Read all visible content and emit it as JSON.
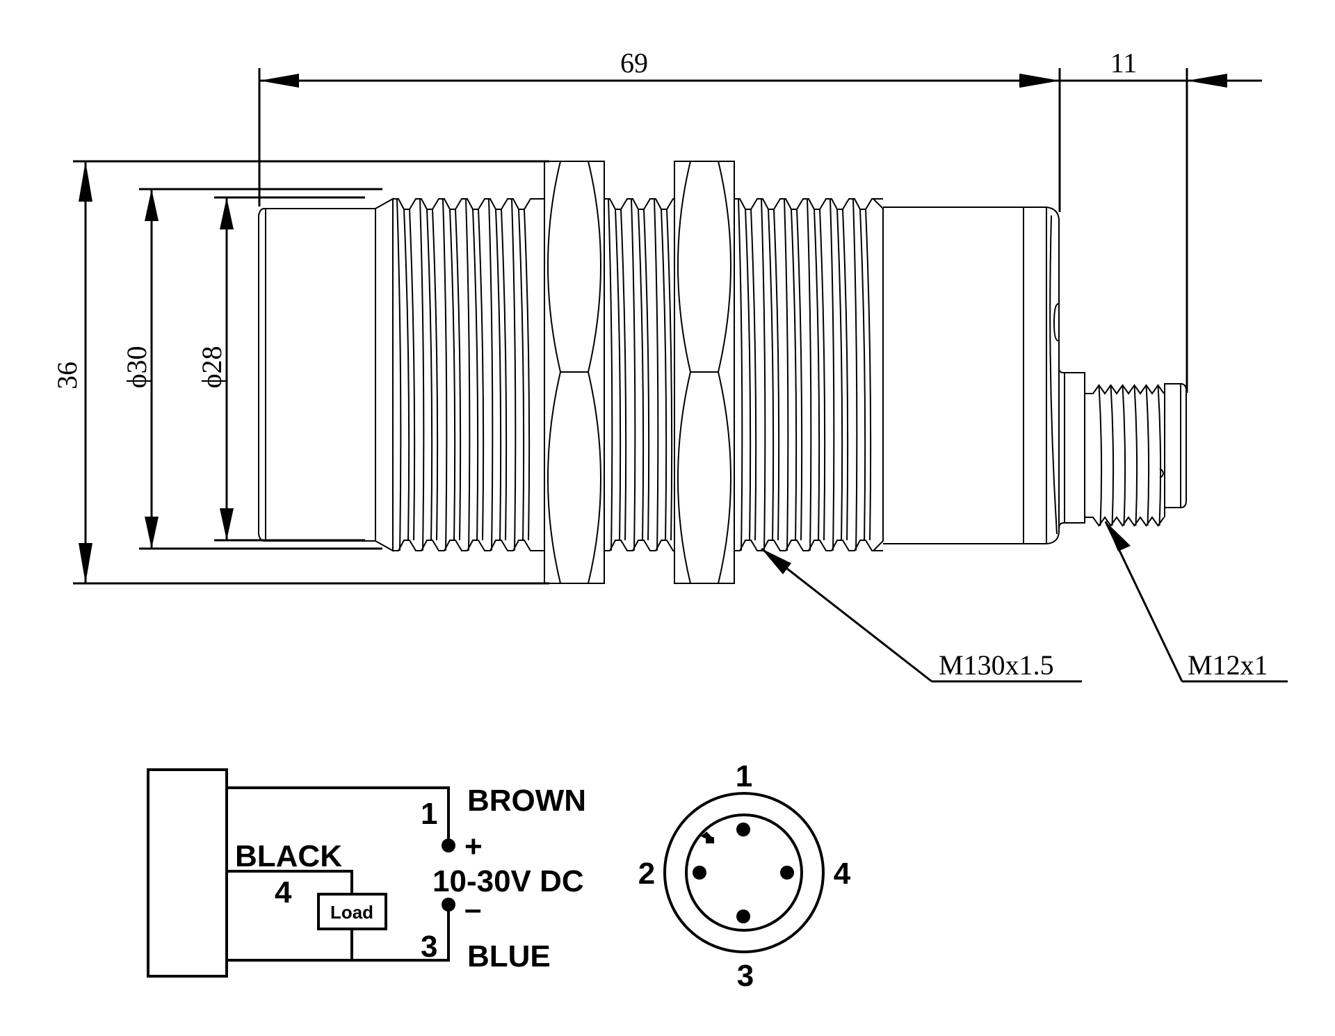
{
  "dimensions": {
    "overall_length": "69",
    "connector_length": "11",
    "nut_width": "36",
    "thread_diameter": "ϕ30",
    "face_diameter": "ϕ28",
    "body_thread_callout": "M130x1.5",
    "connector_thread_callout": "M12x1"
  },
  "wiring": {
    "pin1_number": "1",
    "pin1_color": "BROWN",
    "plus_sign": "+",
    "supply_voltage": "10-30V DC",
    "minus_sign": "–",
    "pin3_number": "3",
    "pin3_color": "BLUE",
    "pin4_color": "BLACK",
    "pin4_number": "4",
    "load_label": "Load"
  },
  "pinout": {
    "pins": [
      {
        "number": "1",
        "position": "top"
      },
      {
        "number": "2",
        "position": "left"
      },
      {
        "number": "3",
        "position": "bottom"
      },
      {
        "number": "4",
        "position": "right"
      }
    ]
  }
}
